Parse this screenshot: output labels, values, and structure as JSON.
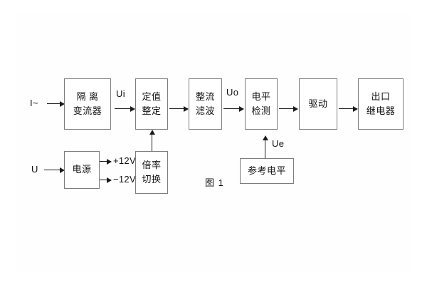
{
  "diagram": {
    "caption": "图 1",
    "blocks": [
      {
        "id": "isolation-ct",
        "lines": [
          "隔  离",
          "变流器"
        ]
      },
      {
        "id": "setting",
        "lines": [
          "定值",
          "整定"
        ]
      },
      {
        "id": "rectify-filter",
        "lines": [
          "整流",
          "滤波"
        ]
      },
      {
        "id": "level-detect",
        "lines": [
          "电平",
          "检测"
        ]
      },
      {
        "id": "driver",
        "lines": [
          "驱动"
        ]
      },
      {
        "id": "output-relay",
        "lines": [
          "出口",
          "继电器"
        ]
      },
      {
        "id": "power-supply",
        "lines": [
          "电源"
        ]
      },
      {
        "id": "ratio-switch",
        "lines": [
          "倍率",
          "切换"
        ]
      },
      {
        "id": "reference-level",
        "lines": [
          "参考电平"
        ]
      }
    ],
    "signals": {
      "current_input": "I~",
      "voltage_input": "U",
      "ui": "Ui",
      "uo": "Uo",
      "ue": "Ue",
      "rail_positive": "+12V",
      "rail_negative": "−12V"
    },
    "colors": {
      "background": "#ffffff",
      "block_border": "#7d7d7d",
      "line": "#1b1b1b",
      "text": "#111111"
    }
  }
}
